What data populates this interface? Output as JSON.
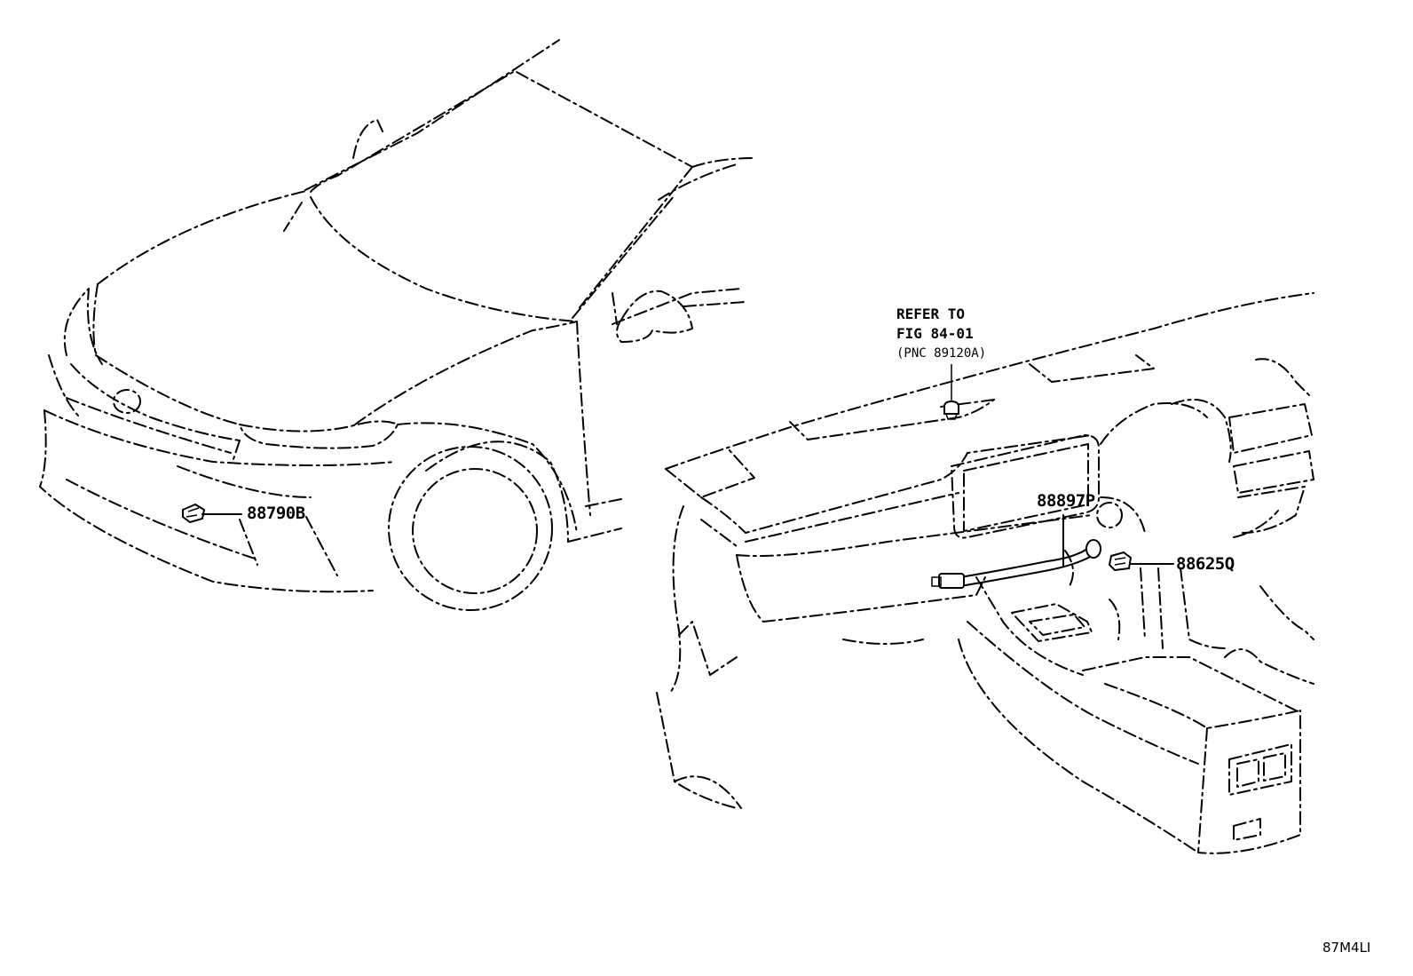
{
  "callouts": {
    "front_sensor": "88790B",
    "dash_harness": "88897P",
    "dash_sensor": "88625Q"
  },
  "reference": {
    "line1": "REFER TO",
    "line2": "FIG 84-01",
    "line3": "(PNC 89120A)"
  },
  "figure_id": "87M4LI"
}
